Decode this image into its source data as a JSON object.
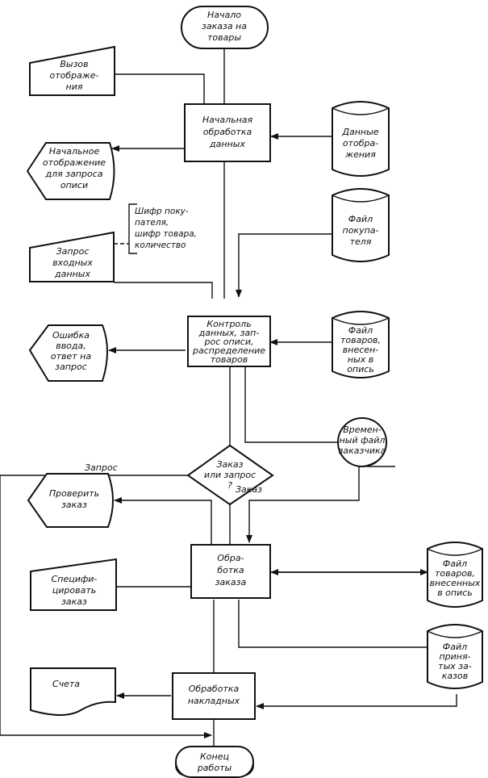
{
  "diagram": {
    "start": [
      "Начало",
      "заказа на",
      "товары"
    ],
    "call_display": [
      "Вызов",
      "отображе-",
      "ния"
    ],
    "initial_processing": [
      "Начальная",
      "обработка",
      "данных"
    ],
    "display_data": [
      "Данные",
      "отобра-",
      "жения"
    ],
    "initial_display": [
      "Начальное",
      "отображение",
      "для запроса",
      "описи"
    ],
    "annotation": [
      "Шифр поку-",
      "пателя,",
      "шифр товара,",
      "количество"
    ],
    "input_request": [
      "Запрос",
      "входных",
      "данных"
    ],
    "customer_file": [
      "Файл",
      "покупа-",
      "теля"
    ],
    "control": [
      "Контроль",
      "данных, зап-",
      "рос описи,",
      "распределение",
      "товаров"
    ],
    "goods_file_1": [
      "Файл",
      "товаров,",
      "внесен-",
      "ных в",
      "опись"
    ],
    "input_error": [
      "Ошибка",
      "ввода,",
      "ответ на",
      "запрос"
    ],
    "temp_file": [
      "Времен-",
      "ный файл",
      "заказчика"
    ],
    "decision": [
      "Заказ",
      "или запрос",
      "?"
    ],
    "branch_request": "Запрос",
    "branch_order": "Заказ",
    "check_order": [
      "Проверить",
      "заказ"
    ],
    "order_processing": [
      "Обра-",
      "ботка",
      "заказа"
    ],
    "goods_file_2": [
      "Файл",
      "товаров,",
      "внесенных",
      "в опись"
    ],
    "specify_order": [
      "Специфи-",
      "цировать",
      "заказ"
    ],
    "accepted_orders_file": [
      "Файл",
      "приня-",
      "тых за-",
      "казов"
    ],
    "invoices": [
      "Счета"
    ],
    "invoice_processing": [
      "Обработка",
      "накладных"
    ],
    "end": [
      "Конец",
      "работы"
    ]
  }
}
